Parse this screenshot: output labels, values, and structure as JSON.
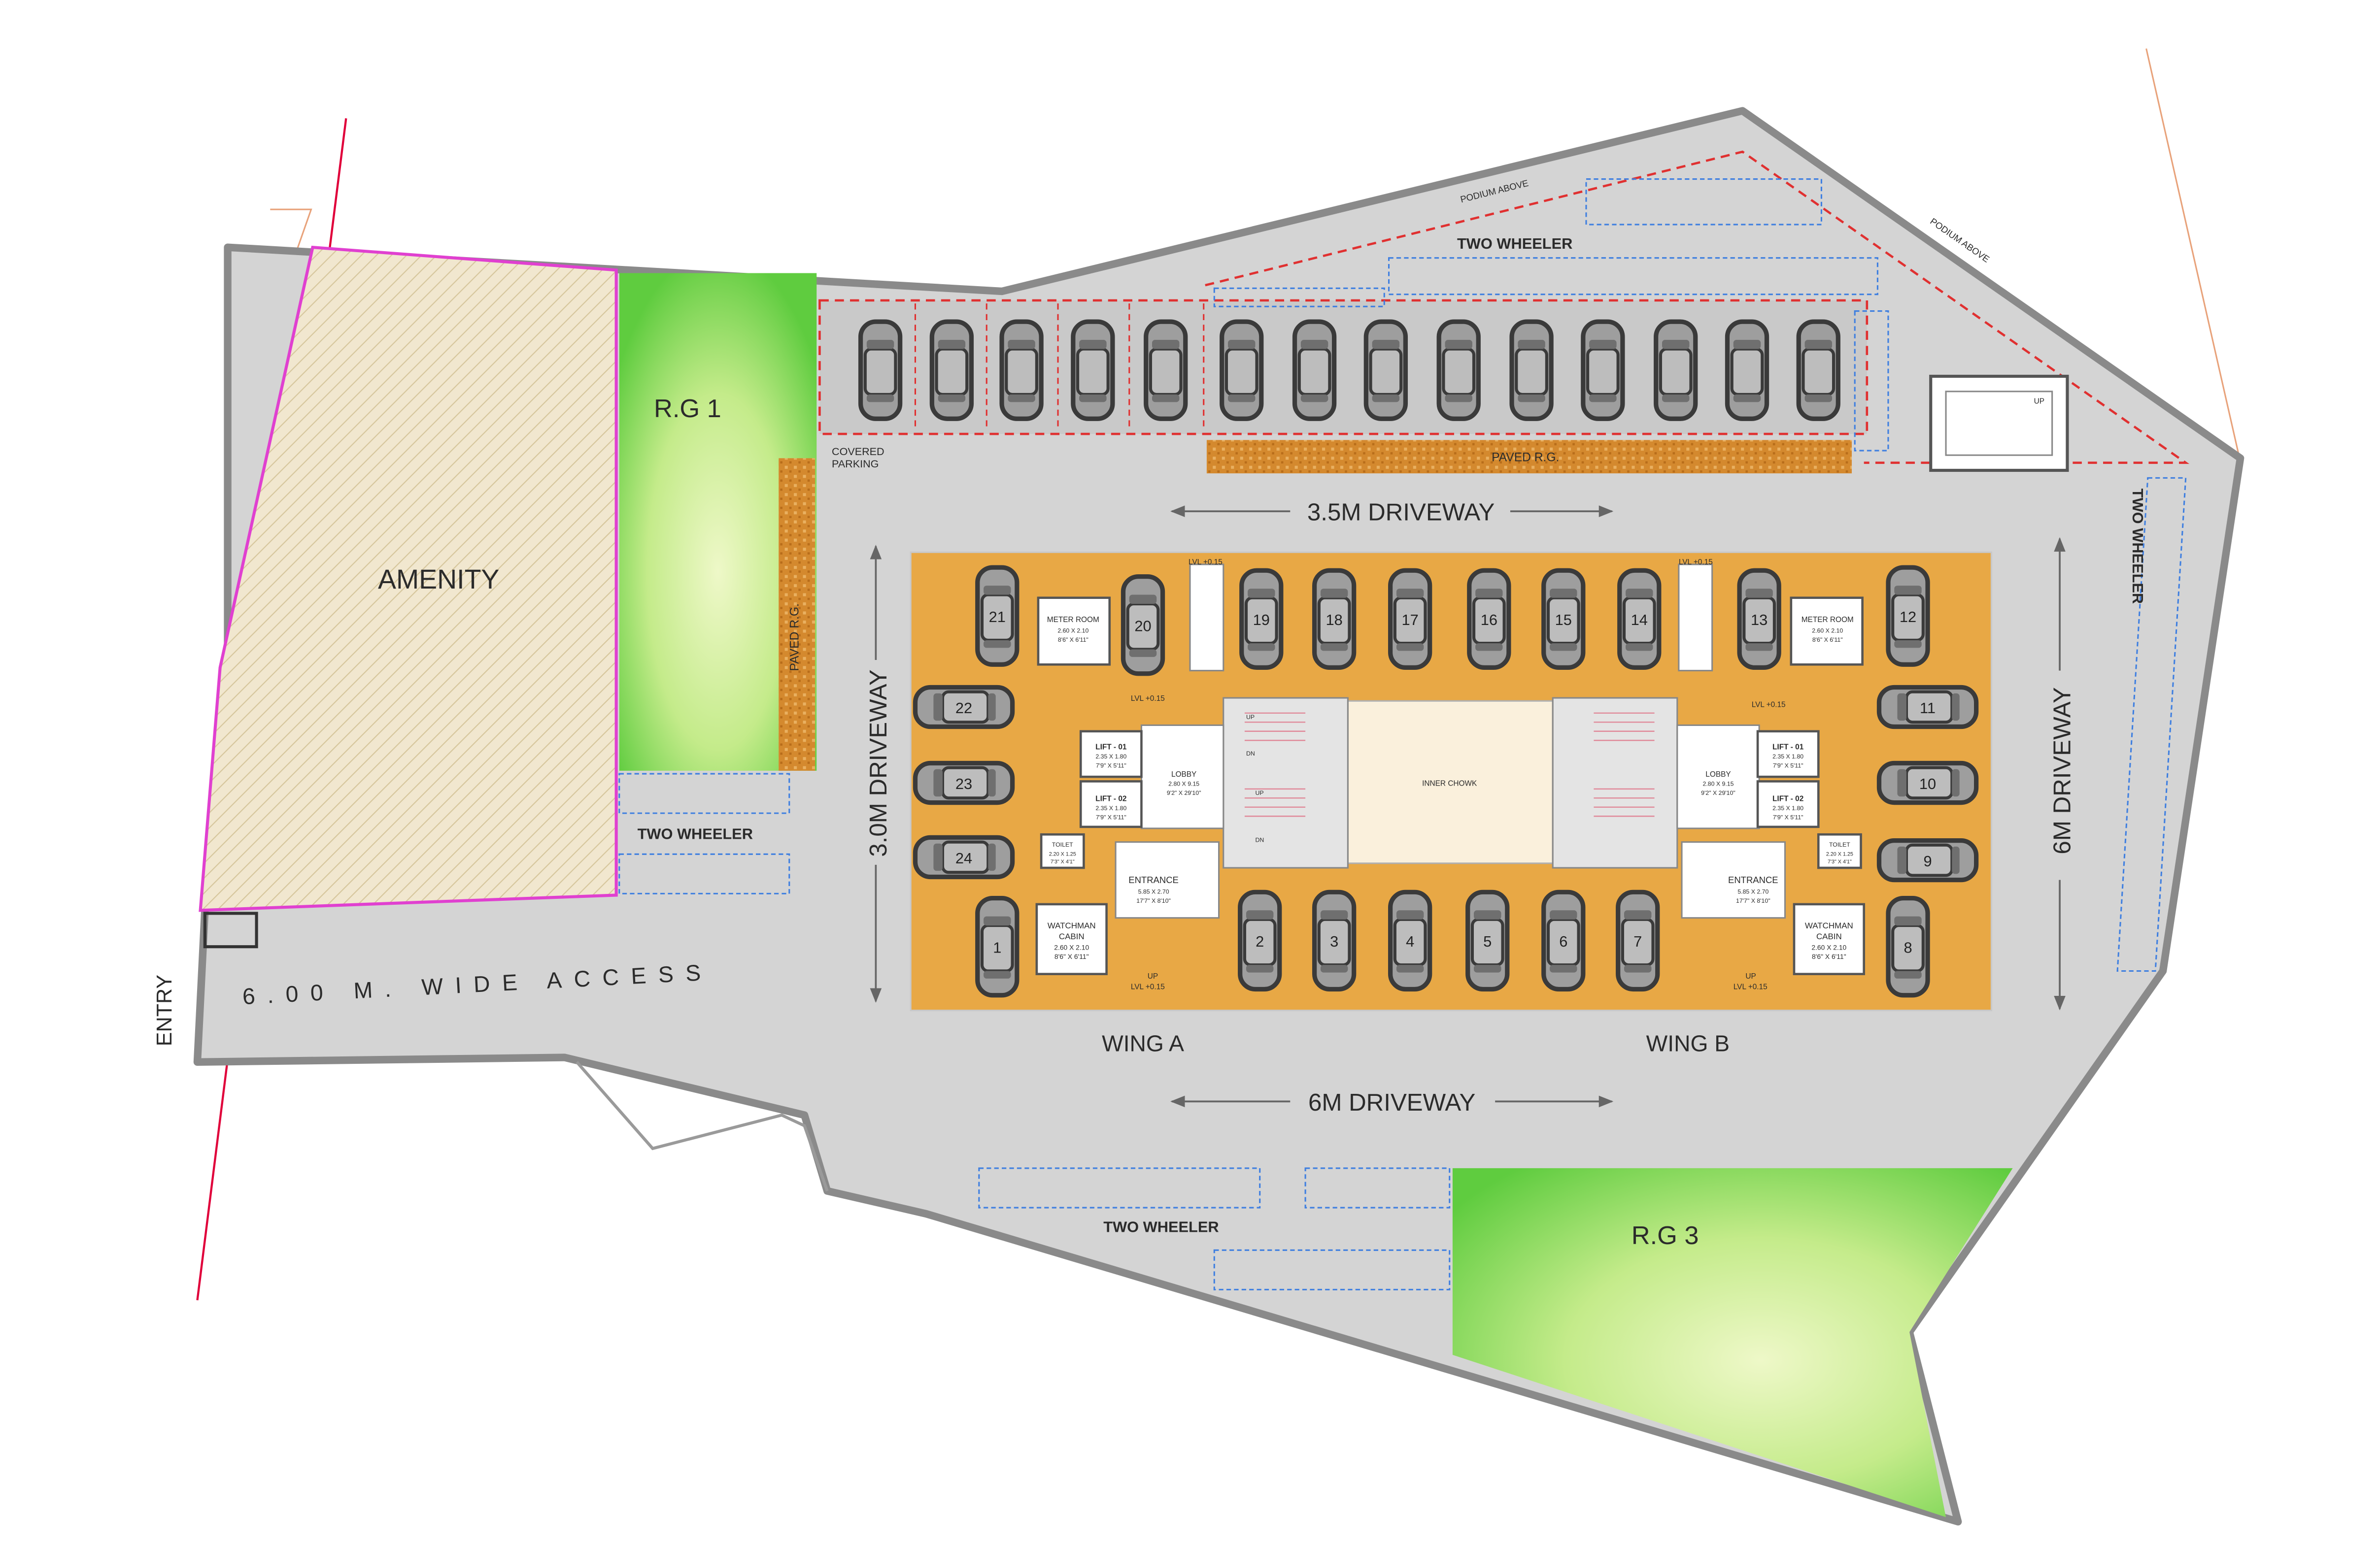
{
  "labels": {
    "amenity": "AMENITY",
    "rg1": "R.G 1",
    "rg3": "R.G 3",
    "two_wheeler": "TWO WHEELER",
    "covered_parking_1": "COVERED",
    "covered_parking_2": "PARKING",
    "paved_rg": "PAVED R.G.",
    "podium_above": "PODIUM ABOVE",
    "driveway_35": "3.5M DRIVEWAY",
    "driveway_30": "3.0M DRIVEWAY",
    "driveway_6_right": "6M DRIVEWAY",
    "driveway_6_bottom": "6M DRIVEWAY",
    "wing_a": "WING A",
    "wing_b": "WING B",
    "inner_chowk": "INNER CHOWK",
    "entry": "ENTRY",
    "access": "6.00 M. WIDE ACCESS",
    "up": "UP",
    "dn": "DN",
    "lvl": "LVL +0.15"
  },
  "rooms": {
    "meter_room": {
      "name": "METER ROOM",
      "dim": "2.60 X 2.10",
      "imp": "8'6\" X 6'11\""
    },
    "lift_01": {
      "name": "LIFT - 01",
      "dim": "2.35 X 1.80",
      "imp": "7'9\" X 5'11\""
    },
    "lift_02": {
      "name": "LIFT - 02",
      "dim": "2.35 X 1.80",
      "imp": "7'9\" X 5'11\""
    },
    "lobby": {
      "name": "LOBBY",
      "dim": "2.80 X 9.15",
      "imp": "9'2\" X 29'10\""
    },
    "toilet": {
      "name": "TOILET",
      "dim": "2.20 X 1.25",
      "imp": "7'3\" X 4'1\""
    },
    "entrance": {
      "name": "ENTRANCE",
      "dim": "5.85 X 2.70",
      "imp": "17'7\" X 8'10\""
    },
    "watchman": {
      "name": "WATCHMAN",
      "name2": "CABIN",
      "dim": "2.60 X 2.10",
      "imp": "8'6\" X 6'11\""
    }
  },
  "parking_numbers": [
    "1",
    "2",
    "3",
    "4",
    "5",
    "6",
    "7",
    "8",
    "9",
    "10",
    "11",
    "12",
    "13",
    "14",
    "15",
    "16",
    "17",
    "18",
    "19",
    "20",
    "21",
    "22",
    "23",
    "24"
  ],
  "colors": {
    "site_boundary": "#8a8a8a",
    "site_fill": "#d4d4d4",
    "building_fill": "#e8a845",
    "amenity_fill": "#f1e7cf",
    "lawn_dark": "#5fcc3f",
    "lawn_light": "#eef8c8",
    "paved_rg": "#d4892e",
    "property_line": "#e0003a",
    "amenity_edge": "#e040d0",
    "bike_dash": "#3f7fe0",
    "podium_dash": "#e03030"
  }
}
